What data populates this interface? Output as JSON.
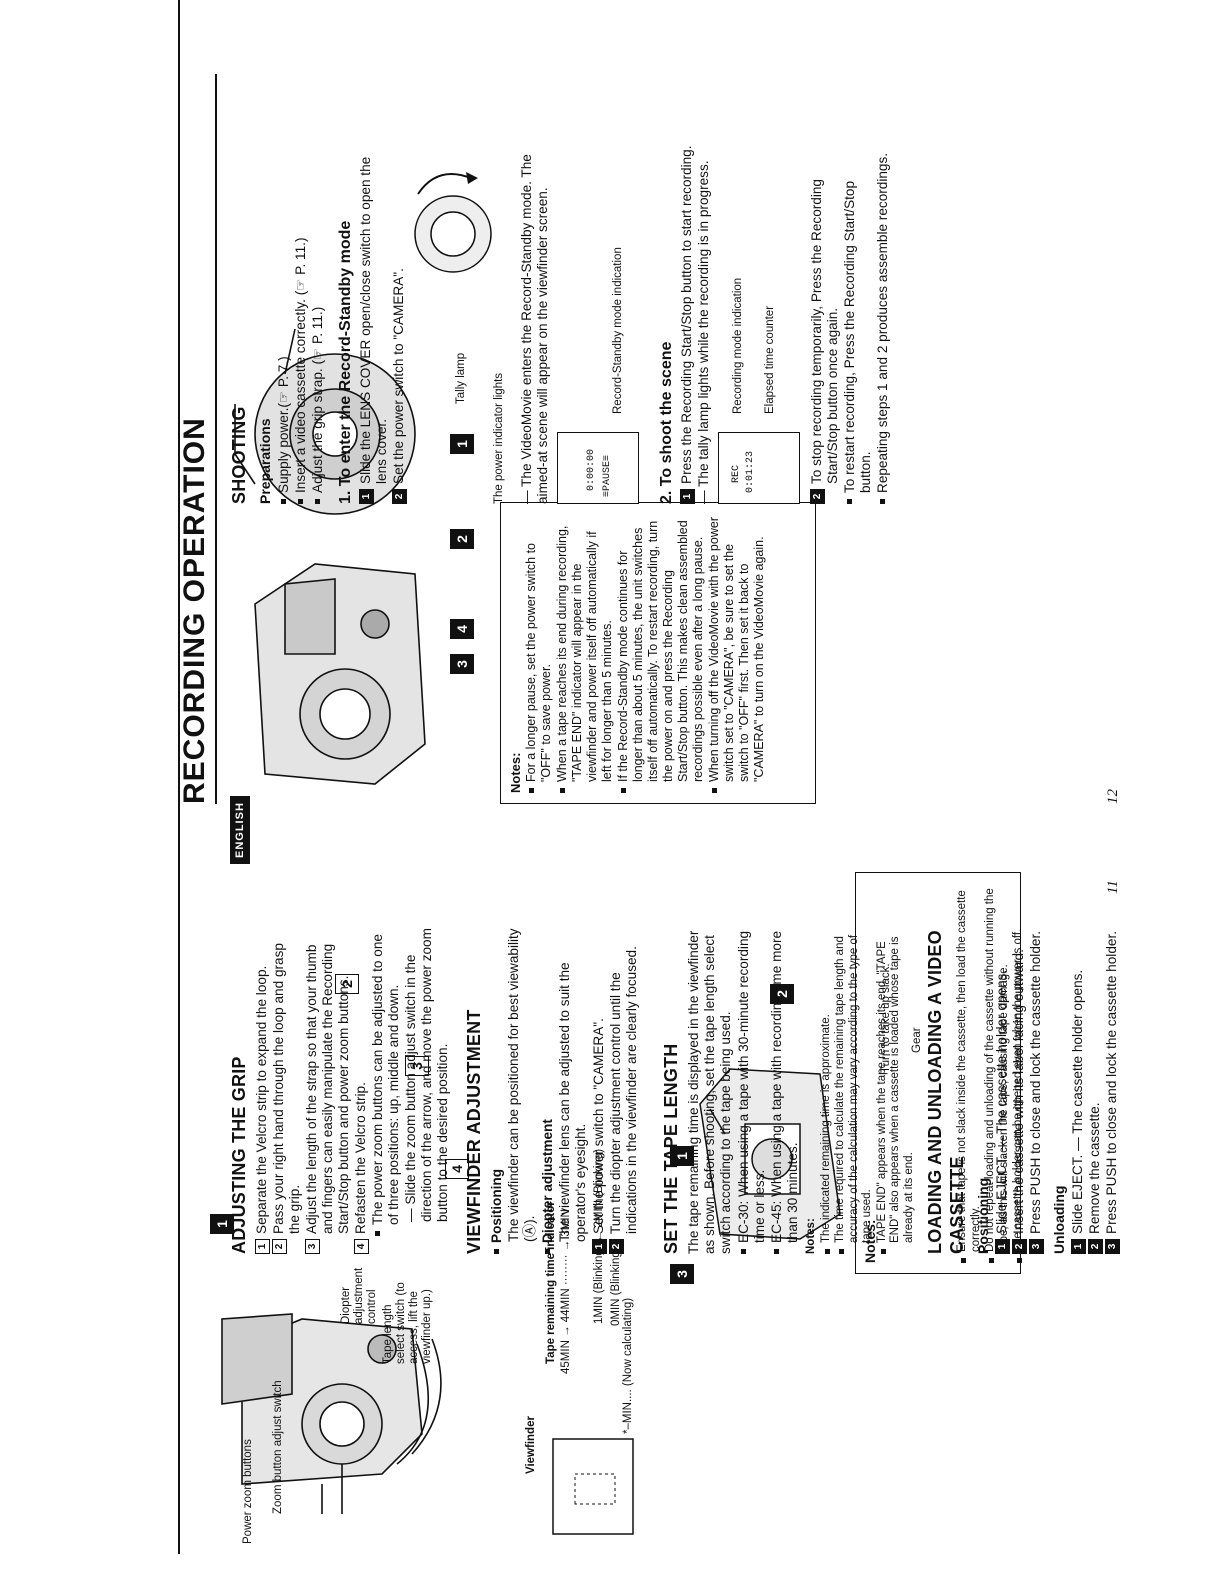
{
  "left_page": {
    "page_number": "11",
    "tab": "ENGLISH",
    "diagram_labels": {
      "power_zoom": "Power zoom buttons",
      "zoom_adjust": "Zoom button adjust switch",
      "diopter": "Diopter adjustment control",
      "tape_length": "Tape length select switch (to access, lift the viewfinder up.)",
      "viewfinder": "Viewfinder"
    },
    "tape_indicator": {
      "title": "Tape remaining time indicator",
      "line1": "45MIN → 44MIN ········ → 3MIN",
      "line2": "1MIN (Blinking) ← 2MIN (Blinking)",
      "line3": "0MIN (Blinking)",
      "line4": "*–MIN.... (Now calculating)"
    },
    "diagram_badges": [
      "1",
      "2",
      "3",
      "4",
      "1",
      "2",
      "3"
    ],
    "notes_box": {
      "title": "Notes:",
      "turn": "Turn to take up slack.",
      "gear": "Gear",
      "items": [
        "Ensure that tape is not slack inside the cassette, then load the cassette correctly.",
        "Do not repeat loading and unloading of the cassette without running the tape, as this will slacken the tape, causing tape damage.",
        "The cassette holder can be opened even when the power is off."
      ]
    },
    "grip": {
      "title": "ADJUSTING THE GRIP",
      "steps": [
        {
          "n": "1",
          "text": "Separate the Velcro strip to expand the loop."
        },
        {
          "n": "2",
          "text": "Pass your right hand through the loop and grasp the grip."
        },
        {
          "n": "3",
          "text": "Adjust the length of the strap so that your thumb and fingers can easily manipulate the Recording Start/Stop button and power zoom buttons."
        },
        {
          "n": "4",
          "text": "Refasten the Velcro strip."
        }
      ],
      "bullet": "The power zoom buttons can be adjusted to one of three positions: up, middle and down.",
      "dash": "— Slide the zoom button adjust switch in the direction of the arrow, and move the power zoom button to the desired position."
    },
    "viewfinder": {
      "title": "VIEWFINDER ADJUSTMENT",
      "pos_head": "Positioning",
      "pos_text": "The viewfinder can be positioned for best viewability (Ⓐ).",
      "dio_head": "Diopter adjustment",
      "dio_text": "The viewfinder lens can be adjusted to suit the operator's eyesight.",
      "steps": [
        {
          "n": "1",
          "text": "Set the power switch to \"CAMERA\"."
        },
        {
          "n": "2",
          "text": "Turn the diopter adjustment control until the indications in the viewfinder are clearly focused."
        }
      ]
    },
    "tape": {
      "title": "SET THE TAPE LENGTH",
      "text": "The tape remaining time is displayed in the viewfinder as shown. Before shooting, set the tape length select switch according to the tape being used.",
      "bullets": [
        "EC-30: When using a tape with 30-minute recording time or less.",
        "EC-45: When using a tape with recording time more than 30 minutes."
      ],
      "notes_head": "Notes:",
      "notes": [
        "The indicated remaining time is approximate.",
        "The time required to calculate the remaining tape length and accuracy of the calculation may vary according to the type of tape used.",
        "TAPE END\" appears when the tape reaches its end. \"TAPE END\" also appears when a cassette is loaded whose tape is already at its end."
      ]
    },
    "loading": {
      "title": "LOADING AND UNLOADING A VIDEO CASSETTE",
      "pos_head": "Positioning",
      "pos_steps": [
        {
          "n": "1",
          "text": "Slide EJECT. — The cassette holder opens."
        },
        {
          "n": "2",
          "text": "Insert the cassette with its label facing outward."
        },
        {
          "n": "3",
          "text": "Press PUSH to close and lock the cassette holder."
        }
      ],
      "unl_head": "Unloading",
      "unl_steps": [
        {
          "n": "1",
          "text": "Slide EJECT. — The cassette holder opens."
        },
        {
          "n": "2",
          "text": "Remove the cassette."
        },
        {
          "n": "3",
          "text": "Press PUSH to close and lock the cassette holder."
        }
      ]
    }
  },
  "right_page": {
    "page_number": "12",
    "title": "RECORDING OPERATION",
    "diagram_badges": [
      "3",
      "4",
      "2",
      "1"
    ],
    "tally": "Tally lamp",
    "notes_box": {
      "title": "Notes:",
      "items": [
        "For a longer pause, set the power switch to \"OFF\" to save power.",
        "When a tape reaches its end during recording, \"TAPE END\" indicator will appear in the viewfinder and power itself off automatically if left for longer than 5 minutes.",
        "If the Record-Standby mode continues for longer than about 5 minutes, the unit switches itself off automatically. To restart recording, turn the power on and press the Recording Start/Stop button. This makes clean assembled recordings possible even after a long pause.",
        "When turning off the VideoMovie with the power switch set to \"CAMERA\", be sure to set the switch to \"OFF\" first. Then set it back to \"CAMERA\" to turn on the VideoMovie again."
      ]
    },
    "shooting": {
      "title": "SHOOTING",
      "prep_head": "Preparations",
      "prep": [
        "Supply power.(☞ P. 7.)",
        "Insert a video cassette correctly. (☞ P. 11.)",
        "Adjust the grip strap. (☞ P. 11.)"
      ],
      "s1_head": "1. To enter the Record-Standby mode",
      "s1_steps": [
        {
          "n": "1",
          "text": "Slide the LENS COVER open/close switch to open the lens cover."
        },
        {
          "n": "2",
          "text": "Set the power switch to \"CAMERA\"."
        }
      ],
      "power_lights": "The power indicator lights",
      "s1_dash": "— The VideoMovie enters the Record-Standby mode. The aimed-at scene will appear on the viewfinder screen.",
      "pause_label": "Record-Standby mode indication",
      "pause_vf": {
        "line1": "0:00:00",
        "line2": "≡PAUSE≡"
      },
      "s2_head": "2. To shoot the scene",
      "s2_step": {
        "n": "1",
        "text": "Press the Recording Start/Stop button to start recording."
      },
      "s2_dash": "— The tally lamp lights while the recording is in progress.",
      "rec_vf": {
        "line1": "REC",
        "line2": "0:01:23"
      },
      "rec_label": "Recording mode indication",
      "elapsed_label": "Elapsed time counter",
      "stop": {
        "n": "2",
        "text": "To stop recording temporarily, Press the Recording Start/Stop button once again."
      },
      "restart_bullets": [
        "To restart recording, Press the Recording Start/Stop button.",
        "Repeating steps 1 and 2 produces assemble recordings."
      ]
    }
  }
}
